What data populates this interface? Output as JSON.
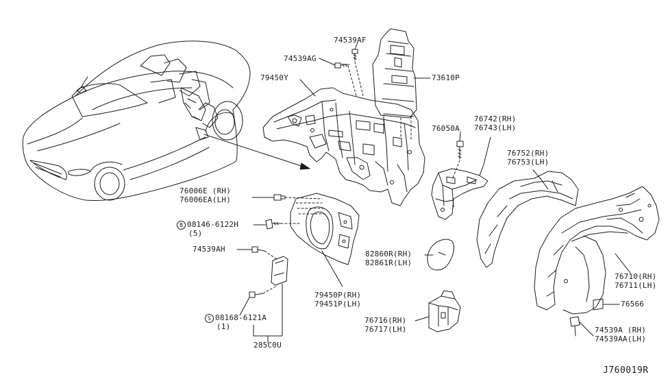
{
  "diagram_code": "J760019R",
  "parts": {
    "p74539AF": "74539AF",
    "p74539AG": "74539AG",
    "p73610P": "73610P",
    "p79450Y": "79450Y",
    "p76050A": "76050A",
    "p76742_rh": "76742(RH)",
    "p76743_lh": "76743(LH)",
    "p76752_rh": "76752(RH)",
    "p76753_lh": "76753(LH)",
    "p76006E_rh": "76006E (RH)",
    "p76006EA_lh": "76006EA(LH)",
    "p08146_symbol": "B",
    "p08146": "08146-6122H",
    "p08146_qty": "(5)",
    "p74539AH": "74539AH",
    "p82860R_rh": "82860R(RH)",
    "p82861R_lh": "82861R(LH)",
    "p79450P_rh": "79450P(RH)",
    "p79451P_lh": "79451P(LH)",
    "p08168_symbol": "S",
    "p08168": "08168-6121A",
    "p08168_qty": "(1)",
    "p285C0U": "285C0U",
    "p76716_rh": "76716(RH)",
    "p76717_lh": "76717(LH)",
    "p76710_rh": "76710(RH)",
    "p76711_lh": "76711(LH)",
    "p76566": "76566",
    "p74539A_rh": "74539A (RH)",
    "p74539AA_lh": "74539AA(LH)"
  }
}
